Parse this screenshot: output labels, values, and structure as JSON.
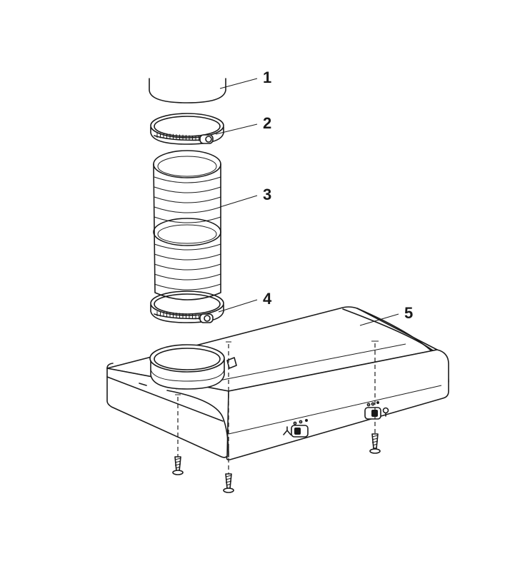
{
  "callouts": [
    {
      "id": "1",
      "label": "1"
    },
    {
      "id": "2",
      "label": "2"
    },
    {
      "id": "3",
      "label": "3"
    },
    {
      "id": "4",
      "label": "4"
    },
    {
      "id": "5",
      "label": "5"
    }
  ],
  "icons": {
    "fan_control": "fan-icon",
    "light_control": "light-bulb-icon"
  }
}
